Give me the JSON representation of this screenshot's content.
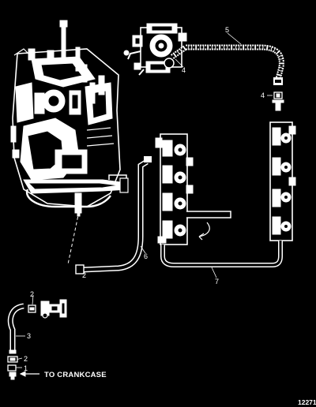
{
  "callouts": [
    {
      "id": "5a",
      "text": "5"
    },
    {
      "id": "4a",
      "text": "4"
    },
    {
      "id": "4b",
      "text": "4"
    },
    {
      "id": "6",
      "text": "6"
    },
    {
      "id": "2a",
      "text": "2"
    },
    {
      "id": "7",
      "text": "7"
    },
    {
      "id": "2b",
      "text": "2"
    },
    {
      "id": "3",
      "text": "3"
    },
    {
      "id": "2c",
      "text": "2"
    },
    {
      "id": "1",
      "text": "1"
    }
  ],
  "note_text": "TO CRANKCASE",
  "figure_number": "12271"
}
